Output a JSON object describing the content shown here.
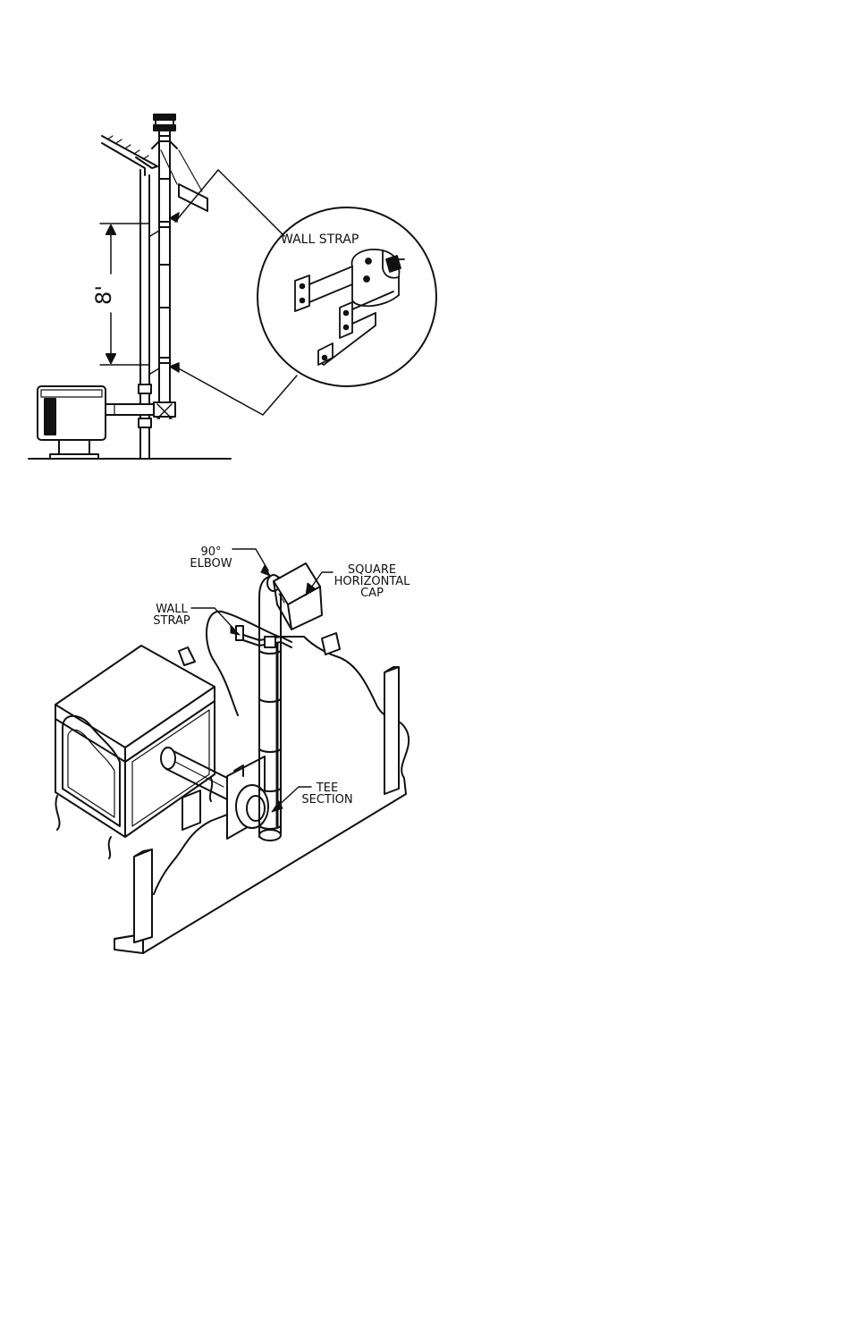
{
  "figure1": {
    "dimension_label": "8'",
    "callout_label": "WALL STRAP"
  },
  "figure2": {
    "elbow_label_line1": "90°",
    "elbow_label_line2": "ELBOW",
    "cap_label_line1": "SQUARE",
    "cap_label_line2": "HORIZONTAL",
    "cap_label_line3": "CAP",
    "strap_label_line1": "WALL",
    "strap_label_line2": "STRAP",
    "tee_label_line1": "TEE",
    "tee_label_line2": "SECTION"
  },
  "colors": {
    "ink": "#111111",
    "paper": "#ffffff"
  }
}
